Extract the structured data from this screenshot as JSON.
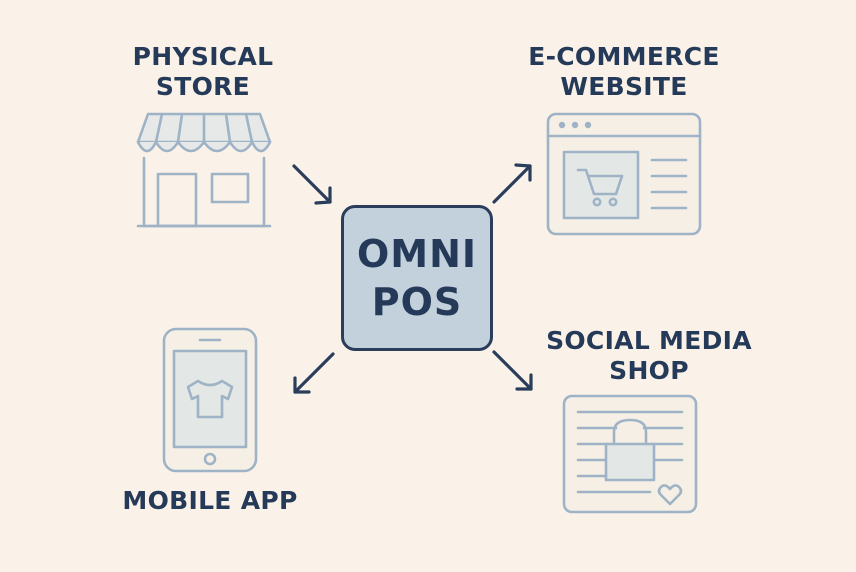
{
  "hub": {
    "line1": "OMNI",
    "line2": "POS"
  },
  "channels": {
    "physical_store": {
      "line1": "PHYSICAL",
      "line2": "STORE",
      "icon": "store-icon"
    },
    "ecommerce": {
      "line1": "E-COMMERCE",
      "line2": "WEBSITE",
      "icon": "browser-cart-icon"
    },
    "social_media": {
      "line1": "SOCIAL MEDIA",
      "line2": "SHOP",
      "icon": "shopping-bag-icon"
    },
    "mobile_app": {
      "line1": "MOBILE APP",
      "icon": "smartphone-tshirt-icon"
    }
  },
  "colors": {
    "background": "#faf2e8",
    "text": "#253a58",
    "hub_fill": "#c3d1dc",
    "icon_stroke": "#9fb3c6",
    "icon_fill": "#e3e7e6",
    "arrow": "#2a3e5c"
  }
}
